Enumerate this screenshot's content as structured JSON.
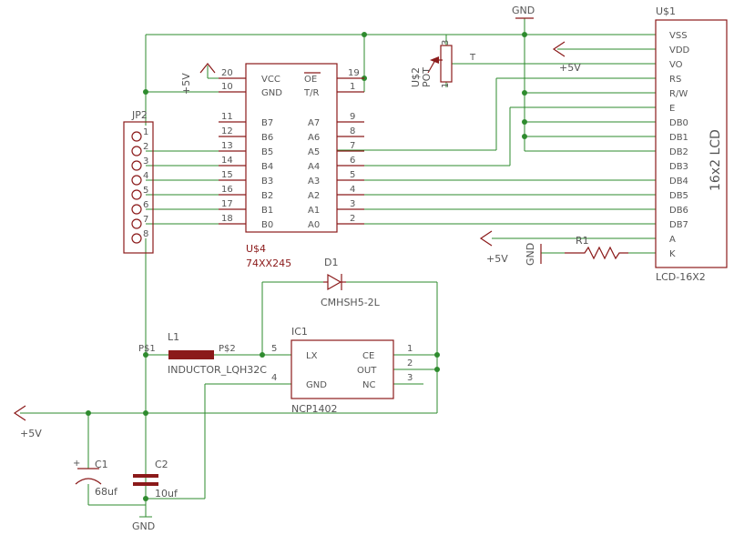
{
  "components": {
    "lcd": {
      "ref": "U$1",
      "value": "LCD-16X2",
      "body_label": "16x2 LCD",
      "pins": [
        "VSS",
        "VDD",
        "VO",
        "RS",
        "R/W",
        "E",
        "DB0",
        "DB1",
        "DB2",
        "DB3",
        "DB4",
        "DB5",
        "DB6",
        "DB7",
        "A",
        "K"
      ]
    },
    "buffer": {
      "ref": "U$4",
      "value": "74XX245",
      "left_pins": [
        {
          "num": "20",
          "name": "VCC"
        },
        {
          "num": "10",
          "name": "GND"
        },
        {
          "num": "11",
          "name": "B7"
        },
        {
          "num": "12",
          "name": "B6"
        },
        {
          "num": "13",
          "name": "B5"
        },
        {
          "num": "14",
          "name": "B4"
        },
        {
          "num": "15",
          "name": "B3"
        },
        {
          "num": "16",
          "name": "B2"
        },
        {
          "num": "17",
          "name": "B1"
        },
        {
          "num": "18",
          "name": "B0"
        }
      ],
      "right_pins": [
        {
          "num": "19",
          "name": "OE"
        },
        {
          "num": "1",
          "name": "T/R"
        },
        {
          "num": "9",
          "name": "A7"
        },
        {
          "num": "8",
          "name": "A6"
        },
        {
          "num": "7",
          "name": "A5"
        },
        {
          "num": "6",
          "name": "A4"
        },
        {
          "num": "5",
          "name": "A3"
        },
        {
          "num": "4",
          "name": "A2"
        },
        {
          "num": "3",
          "name": "A1"
        },
        {
          "num": "2",
          "name": "A0"
        }
      ]
    },
    "header": {
      "ref": "JP2",
      "pins": [
        "1",
        "2",
        "3",
        "4",
        "5",
        "6",
        "7",
        "8"
      ]
    },
    "pot": {
      "ref": "U$2",
      "value": "POT",
      "pin1": "1",
      "pin3": "3",
      "wiper": "T"
    },
    "regulator": {
      "ref": "IC1",
      "value": "NCP1402",
      "left_pins": [
        {
          "num": "5",
          "name": "LX"
        },
        {
          "num": "4",
          "name": "GND"
        }
      ],
      "right_pins": [
        {
          "num": "1",
          "name": "CE"
        },
        {
          "num": "2",
          "name": "OUT"
        },
        {
          "num": "3",
          "name": "NC"
        }
      ]
    },
    "diode": {
      "ref": "D1",
      "value": "CMHSH5-2L"
    },
    "inductor": {
      "ref": "L1",
      "value": "INDUCTOR_LQH32C",
      "p1": "P$1",
      "p2": "P$2"
    },
    "c1": {
      "ref": "C1",
      "value": "68uf",
      "polarity": "+"
    },
    "c2": {
      "ref": "C2",
      "value": "10uf"
    },
    "r1": {
      "ref": "R1"
    }
  },
  "power": {
    "gnd": "GND",
    "vcc": "+5V"
  }
}
